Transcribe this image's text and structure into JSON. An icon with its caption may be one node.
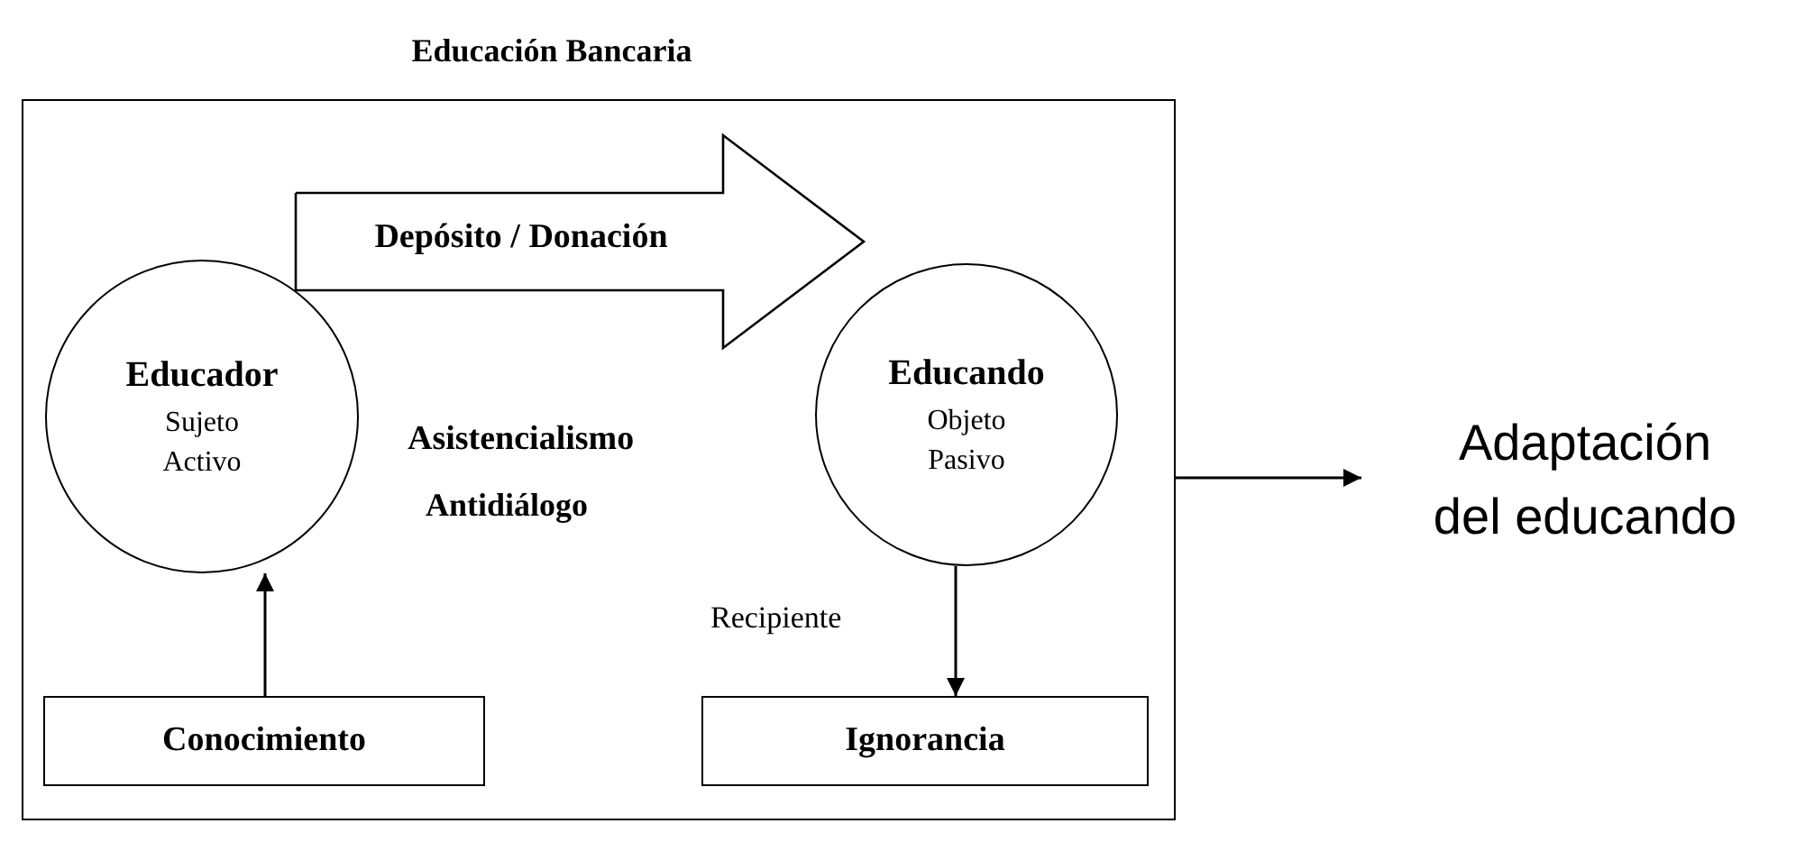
{
  "diagram": {
    "nodes": [
      {
        "text": [
          "Educación Bancaria"
        ]
      },
      {
        "text": [
          "Educador",
          "Sujeto Activo"
        ],
        "in": 0
      },
      {
        "text": [
          "Educando",
          "Objeto Pasivo"
        ],
        "in": 0
      },
      {
        "text": [
          "Conocimiento"
        ],
        "in": 0
      },
      {
        "text": [
          "Ignorancia"
        ],
        "in": 0
      },
      {
        "text": [
          "Adaptación del educando"
        ]
      }
    ],
    "edges": [
      {
        "from": 1,
        "to": 2,
        "arrow": "to",
        "label": "Depósito / Donación",
        "style": "thick"
      },
      {
        "from": 3,
        "to": 1,
        "arrow": "to"
      },
      {
        "from": 2,
        "to": 4,
        "arrow": "to",
        "label": "Recipiente"
      },
      {
        "from": 0,
        "to": 5,
        "arrow": "to"
      }
    ],
    "labels": [
      "Asistencialismo",
      "Antidiálogo"
    ]
  }
}
